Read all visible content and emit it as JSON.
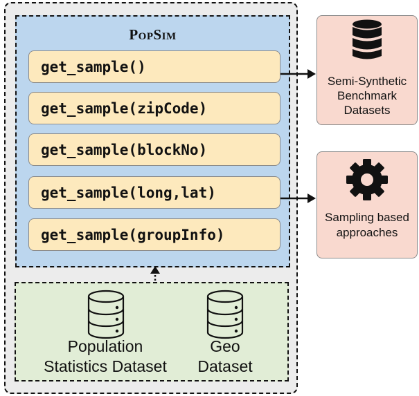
{
  "popsim": {
    "title": "PopSim",
    "functions": [
      "get_sample()",
      "get_sample(zipCode)",
      "get_sample(blockNo)",
      "get_sample(long,lat)",
      "get_sample(groupInfo)"
    ]
  },
  "sources": [
    {
      "icon": "database-icon",
      "line1": "Population",
      "line2": "Statistics Dataset"
    },
    {
      "icon": "database-icon",
      "line1": "Geo",
      "line2": "Dataset"
    }
  ],
  "outputs": [
    {
      "icon": "database-icon",
      "line1": "Semi-Synthetic",
      "line2": "Benchmark",
      "line3": "Datasets"
    },
    {
      "icon": "gear-icon",
      "line1": "Sampling based",
      "line2": "approaches"
    }
  ],
  "colors": {
    "outer_bg": "#ececec",
    "popsim_bg": "#bcd6ee",
    "function_bg": "#fde9bd",
    "sources_bg": "#e1edd6",
    "output_bg": "#f9d9cf"
  }
}
